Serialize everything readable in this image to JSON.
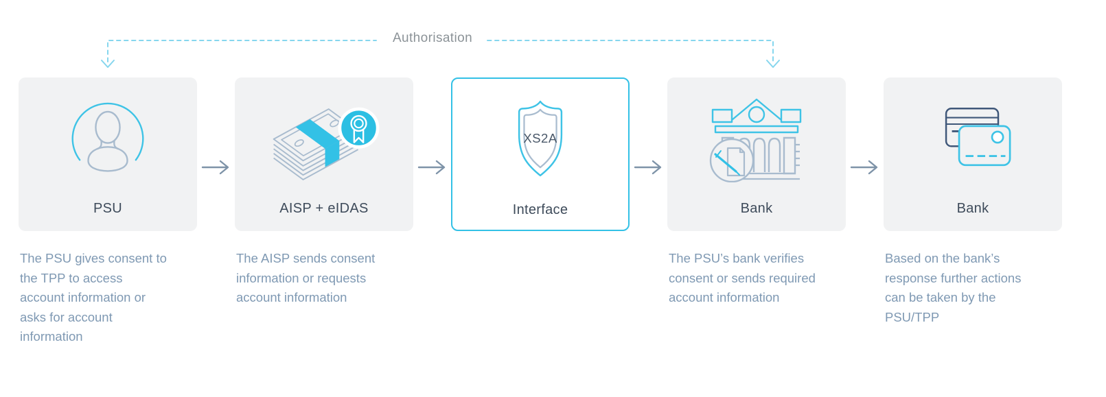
{
  "connector": {
    "label": "Authorisation"
  },
  "steps": [
    {
      "id": "psu",
      "label": "PSU",
      "icon": "person-icon",
      "highlighted": false,
      "description": "The PSU gives consent to\nthe TPP to access\naccount information or\nasks for account\ninformation"
    },
    {
      "id": "aisp-eidas",
      "label": "AISP + eIDAS",
      "icon": "banknotes-badge-icon",
      "highlighted": false,
      "description": "The AISP sends consent\ninformation or requests\naccount information"
    },
    {
      "id": "interface",
      "label": "Interface",
      "icon": "xs2a-shield-icon",
      "shield_text": "XS2A",
      "highlighted": true,
      "description": ""
    },
    {
      "id": "bank-verify",
      "label": "Bank",
      "icon": "bank-building-icon",
      "highlighted": false,
      "description": "The PSU’s bank verifies\nconsent or sends required\naccount information"
    },
    {
      "id": "bank-response",
      "label": "Bank",
      "icon": "credit-cards-icon",
      "highlighted": false,
      "description": "Based on the bank’s\nresponse further actions\ncan be taken by the\nPSU/TPP"
    }
  ],
  "colors": {
    "accent_cyan": "#33c1e6",
    "connector_dash": "#86d6ee",
    "icon_line_gray": "#a8bbce",
    "navy": "#3f5779",
    "label_text": "#3e4b5a",
    "description_text": "#7f99b3",
    "connector_label_text": "#8b9297",
    "flow_arrow": "#7e93a8",
    "card_background": "#f1f2f3"
  }
}
